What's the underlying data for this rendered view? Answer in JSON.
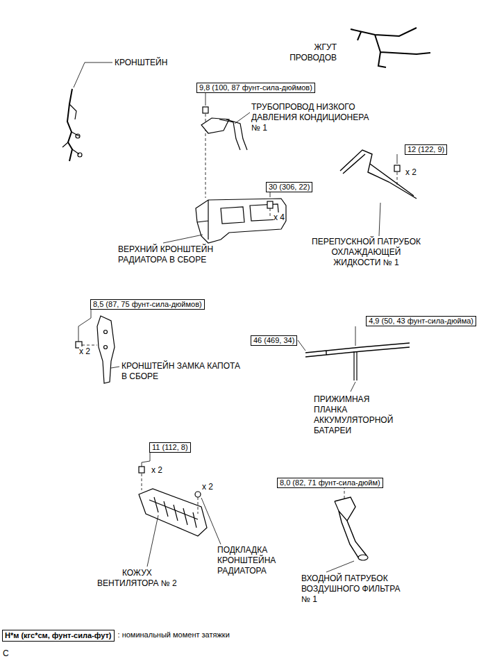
{
  "diagram": {
    "nodes": [
      {
        "text": [
          "9,8 (100, 87 фунт-сила-дюймов)"
        ]
      },
      {
        "text": [
          "30 (306, 22)"
        ]
      },
      {
        "text": [
          "12 (122, 9)"
        ]
      },
      {
        "text": [
          "8,5 (87, 75 фунт-сила-дюймов)"
        ]
      },
      {
        "text": [
          "46 (469, 34)"
        ]
      },
      {
        "text": [
          "4,9 (50, 43 фунт-сила-дюйма)"
        ]
      },
      {
        "text": [
          "11 (112, 8)"
        ]
      },
      {
        "text": [
          "8,0 (82, 71 фунт-сила-дюйм)"
        ]
      },
      {
        "text": [
          "Н*м (кгс*см, фунт-сила-фут)",
          ": номинальный момент затяжки"
        ]
      }
    ],
    "labels": [
      "КРОНШТЕЙН",
      "ЖГУТ ПРОВОДОВ",
      "ТРУБОПРОВОД НИЗКОГО ДАВЛЕНИЯ КОНДИЦИОНЕРА № 1",
      "x 4",
      "x 2",
      "ВЕРХНИЙ КРОНШТЕЙН РАДИАТОРА В СБОРЕ",
      "ПЕРЕПУСКНОЙ ПАТРУБОК ОХЛАЖДАЮЩЕЙ ЖИДКОСТИ № 1",
      "x 2",
      "КРОНШТЕЙН ЗАМКА КАПОТА В СБОРЕ",
      "ПРИЖИМНАЯ ПЛАНКА АККУМУЛЯТОРНОЙ БАТАРЕИ",
      "x 2",
      "x 2",
      "ПОДКЛАДКА КРОНШТЕЙНА РАДИАТОРА",
      "КОЖУХ ВЕНТИЛЯТОРА № 2",
      "ВХОДНОЙ ПАТРУБОК ВОЗДУШНОГО ФИЛЬТРА № 1",
      "C"
    ]
  }
}
